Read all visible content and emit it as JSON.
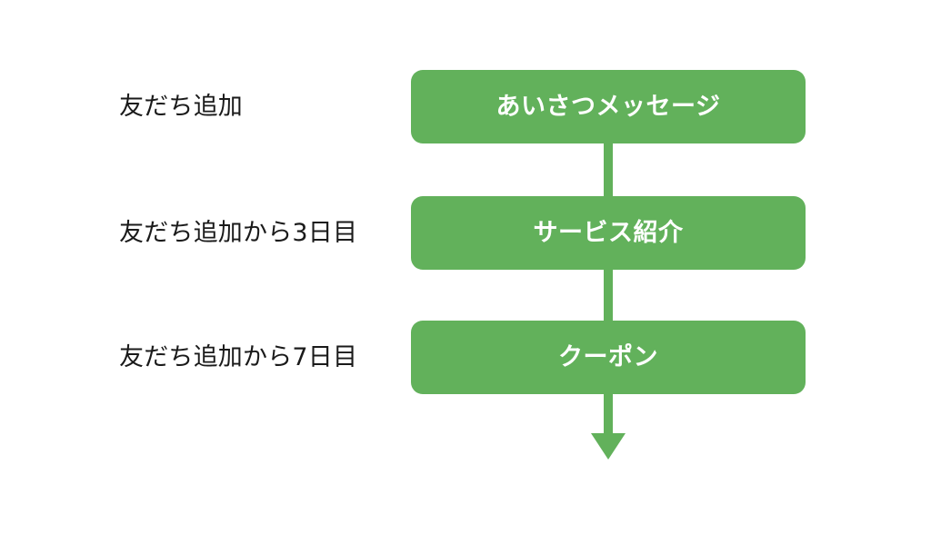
{
  "canvas": {
    "background_color": "#ffffff",
    "accent_color": "#62b15b",
    "text_color": "#1a1a1a",
    "box_text_color": "#ffffff"
  },
  "diagram": {
    "type": "vertical-flowchart",
    "steps": [
      {
        "label": "友だち追加",
        "box_label": "あいさつメッセージ"
      },
      {
        "label": "友だち追加から3日目",
        "box_label": "サービス紹介"
      },
      {
        "label": "友だち追加から7日目",
        "box_label": "クーポン"
      }
    ]
  }
}
